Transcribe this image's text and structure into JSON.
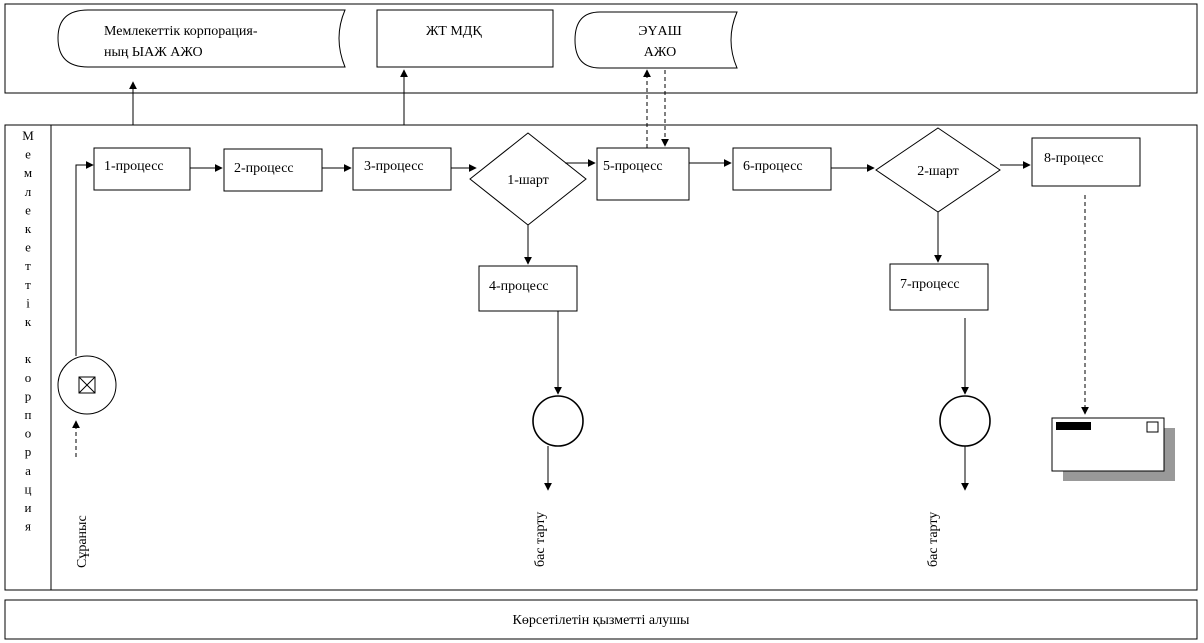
{
  "external_systems": {
    "system_1": {
      "line1": "Мемлекеттік  корпорация-",
      "line2": "ның ЫАЖ АЖО"
    },
    "system_2": "ЖТ МДҚ",
    "system_3": {
      "line1": "ЭҮАШ",
      "line2": "АЖО"
    }
  },
  "lane_title": "Мемлекеттік  корпорация",
  "lane_title_chars": [
    "М",
    "е",
    "м",
    "л",
    "е",
    "к",
    "е",
    "т",
    "т",
    "і",
    "к",
    "",
    "к",
    "о",
    "р",
    "п",
    "о",
    "р",
    "а",
    "ц",
    "и",
    "я"
  ],
  "start_label": "Сұраныс",
  "processes": {
    "p1": "1-процесс",
    "p2": "2-процесс",
    "p3": "3-процесс",
    "p4": "4-процесс",
    "p5": "5-процесс",
    "p6": "6-процесс",
    "p7": "7-процесс",
    "p8": "8-процесс"
  },
  "conditions": {
    "c1": "1-шарт",
    "c2": "2-шарт"
  },
  "refusal_label_1": "бас тарту",
  "refusal_label_2": "бас тарту",
  "receiver_lane": "Көрсетілетін қызметті алушы"
}
